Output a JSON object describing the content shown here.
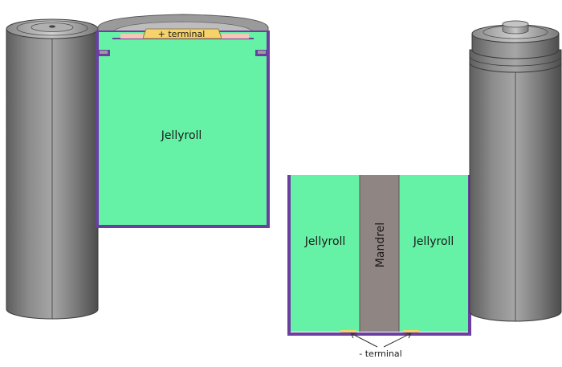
{
  "labels": {
    "top_jellyroll": "Jellyroll",
    "plus_terminal": "+ terminal",
    "left_jellyroll": "Jellyroll",
    "mandrel": "Mandrel",
    "right_jellyroll": "Jellyroll",
    "minus_terminal": "- terminal"
  },
  "colors": {
    "jellyroll": "#66f2a6",
    "mandrel": "#8f8582",
    "casing": "#6b3fa0",
    "terminal": "#f5d36a",
    "cylinder_light": "#bdbdbd",
    "cylinder_mid": "#8a8a8a",
    "cylinder_dark": "#5c5c5c"
  }
}
